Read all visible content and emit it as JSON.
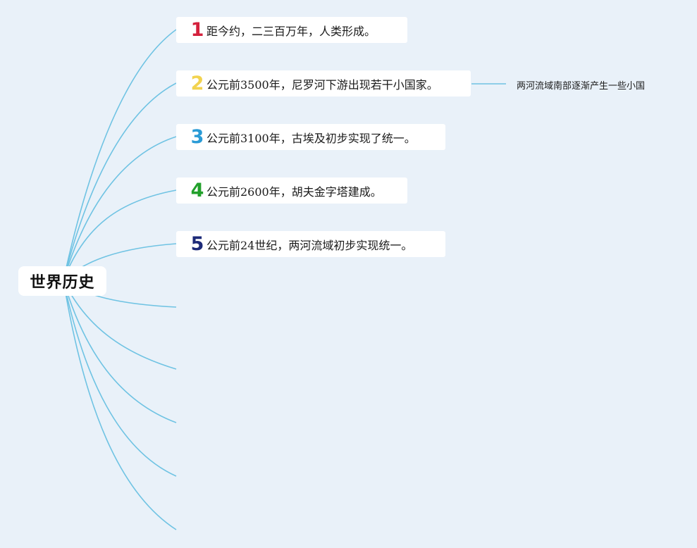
{
  "root": {
    "label": "世界历史"
  },
  "topics": [
    {
      "number": "1",
      "text": "距今约，二三百万年，人类形成。",
      "color": "#d4213d"
    },
    {
      "number": "2",
      "text": "公元前3500年，尼罗河下游出现若干小国家。",
      "color": "#f2d34f"
    },
    {
      "number": "3",
      "text": "公元前3100年，古埃及初步实现了统一。",
      "color": "#2a9bd6"
    },
    {
      "number": "4",
      "text": "公元前2600年，胡夫金字塔建成。",
      "color": "#22a02b"
    },
    {
      "number": "5",
      "text": "公元前24世纪，两河流域初步实现统一。",
      "color": "#1d2a78"
    }
  ],
  "subtopic": {
    "text": "两河流域南部逐渐产生一些小国"
  },
  "theme": {
    "background": "#e9f1f9",
    "connector": "#6fc3e3"
  }
}
